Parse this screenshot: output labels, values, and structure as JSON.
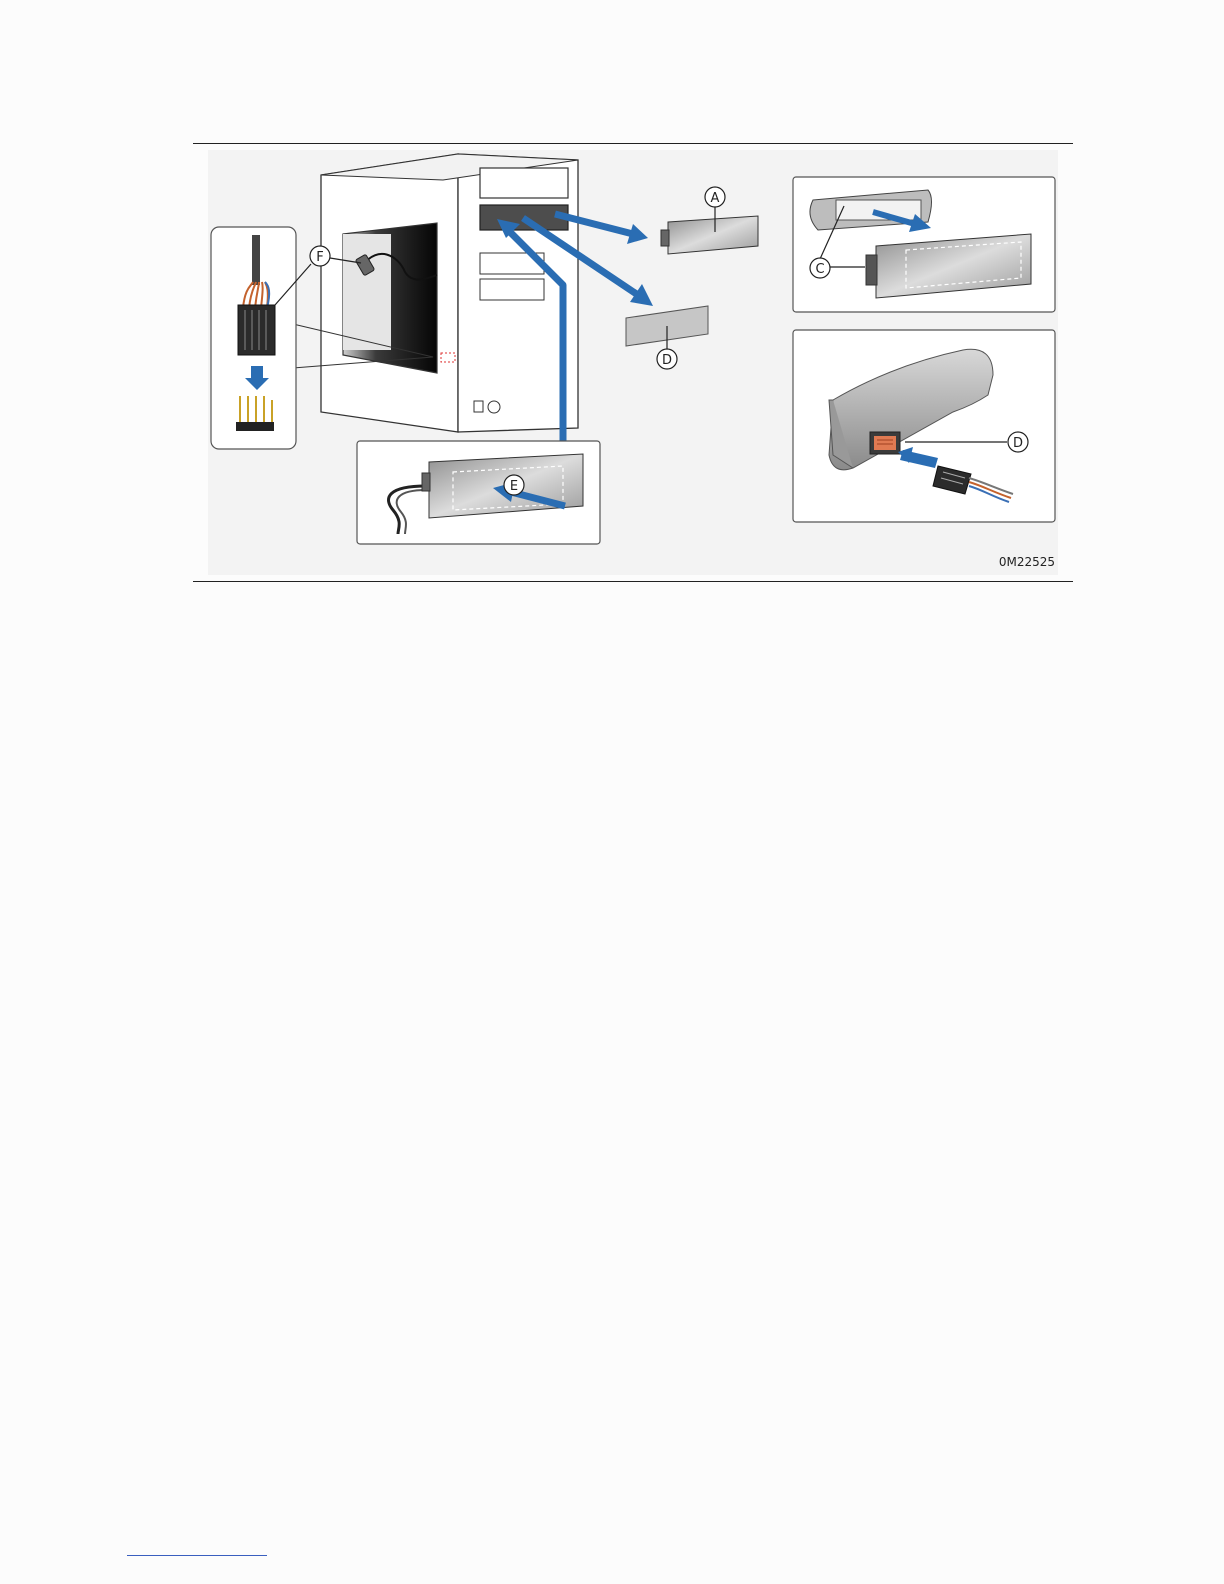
{
  "figure": {
    "code": "0M22525",
    "callouts": {
      "a": "A",
      "c": "C",
      "d_top": "D",
      "d_inset": "D",
      "e": "E",
      "f": "F"
    }
  },
  "colors": {
    "arrow": "#2a6db3",
    "line": "#222222",
    "inset_border": "#555555",
    "plate": "#b9b9b9",
    "connector_pins": "#e07a52"
  }
}
